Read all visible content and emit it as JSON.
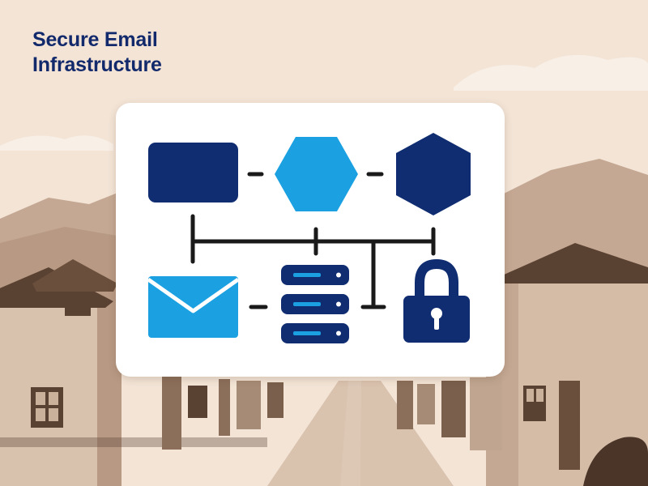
{
  "header": {
    "title_line1": "Secure Email",
    "title_line2": "Infrastructure"
  },
  "colors": {
    "title": "#12296b",
    "dark_blue": "#0f2d70",
    "light_blue": "#1ba1e2",
    "connector": "#1a1a1a",
    "card": "#ffffff",
    "sky": "#f3e4d6",
    "mountains": "#c9ad97",
    "houses": "#5a4233",
    "road": "#d9c3b0"
  },
  "diagram": {
    "nodes": [
      {
        "id": "box-node",
        "shape": "rounded-rectangle",
        "color": "dark_blue"
      },
      {
        "id": "hexagon-node",
        "shape": "hexagon",
        "color": "light_blue"
      },
      {
        "id": "hexagon-node-dark",
        "shape": "hexagon",
        "color": "dark_blue"
      },
      {
        "id": "email",
        "icon": "envelope-icon",
        "color": "light_blue"
      },
      {
        "id": "server",
        "icon": "server-stack-icon",
        "color": "dark_blue"
      },
      {
        "id": "lock",
        "icon": "padlock-icon",
        "color": "dark_blue"
      }
    ]
  }
}
